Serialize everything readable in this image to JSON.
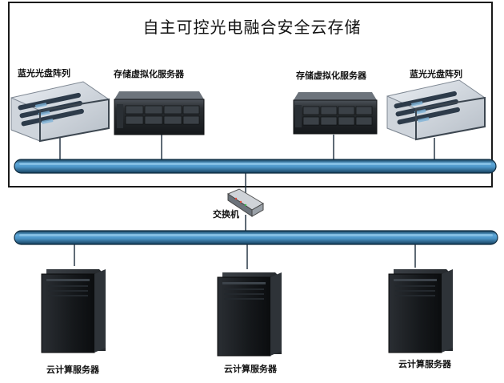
{
  "title": "自主可控光电融合安全云存储",
  "top_devices": [
    {
      "label": "蓝光光盘阵列",
      "icon": "bluray-disc-array-icon"
    },
    {
      "label": "存储虚拟化服务器",
      "icon": "rack-server-icon"
    },
    {
      "label": "存储虚拟化服务器",
      "icon": "rack-server-icon"
    },
    {
      "label": "蓝光光盘阵列",
      "icon": "bluray-disc-array-icon"
    }
  ],
  "switch": {
    "label": "交换机",
    "icon": "network-switch-icon"
  },
  "bottom_devices": [
    {
      "label": "云计算服务器",
      "icon": "tower-server-icon"
    },
    {
      "label": "云计算服务器",
      "icon": "tower-server-icon"
    },
    {
      "label": "云计算服务器",
      "icon": "tower-server-icon"
    }
  ],
  "colors": {
    "bus": "#4d96c9",
    "bus_dark": "#1f4f73",
    "server": "#1c1f22",
    "frame": "#1a1a1a"
  }
}
